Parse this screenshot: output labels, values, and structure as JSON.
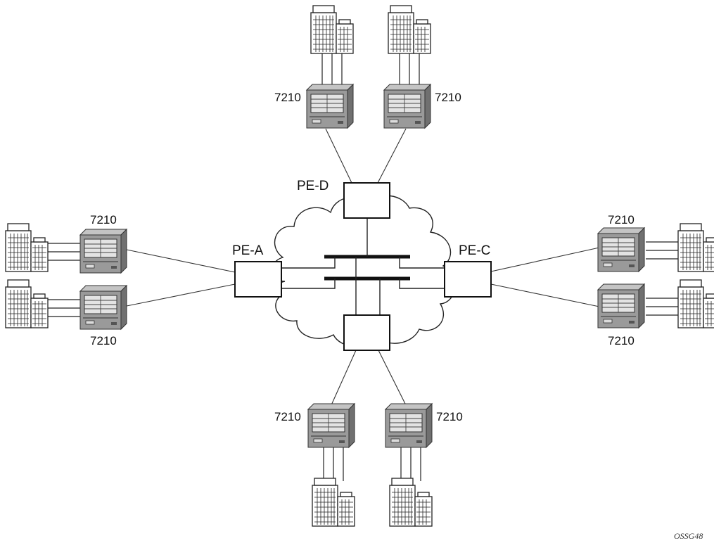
{
  "diagram": {
    "figure_id": "OSSG48",
    "pe_routers": [
      {
        "id": "pe-a",
        "label": "PE-A"
      },
      {
        "id": "pe-c",
        "label": "PE-C"
      },
      {
        "id": "pe-d",
        "label": "PE-D"
      },
      {
        "id": "pe-b",
        "label": ""
      }
    ],
    "switches": [
      {
        "id": "top-left",
        "label": "7210",
        "attached_to": "PE-D"
      },
      {
        "id": "top-right",
        "label": "7210",
        "attached_to": "PE-D"
      },
      {
        "id": "left-top",
        "label": "7210",
        "attached_to": "PE-A"
      },
      {
        "id": "left-bottom",
        "label": "7210",
        "attached_to": "PE-A"
      },
      {
        "id": "right-top",
        "label": "7210",
        "attached_to": "PE-C"
      },
      {
        "id": "right-bottom",
        "label": "7210",
        "attached_to": "PE-C"
      },
      {
        "id": "bottom-left",
        "label": "7210",
        "attached_to": ""
      },
      {
        "id": "bottom-right",
        "label": "7210",
        "attached_to": ""
      }
    ],
    "colors": {
      "switch_front": "#9a9a9a",
      "switch_side": "#707070",
      "switch_top": "#c4c4c4",
      "line": "#333333"
    }
  }
}
